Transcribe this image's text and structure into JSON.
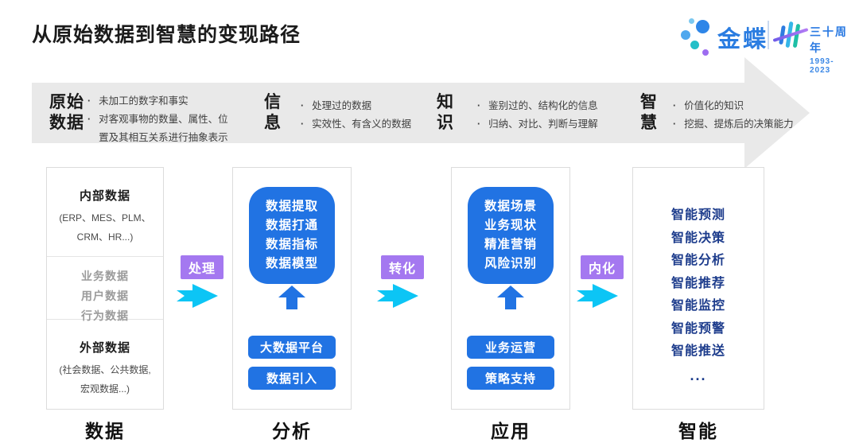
{
  "title": "从原始数据到智慧的变现路径",
  "logo": {
    "brand": "金蝶",
    "anniversary_label": "三十周年",
    "anniversary_years": "1993-2023"
  },
  "banner_stages": [
    {
      "name_l1": "原始",
      "name_l2": "数据",
      "points": [
        "未加工的数字和事实",
        "对客观事物的数量、属性、位置及其相互关系进行抽象表示"
      ]
    },
    {
      "name_l1": "信",
      "name_l2": "息",
      "points": [
        "处理过的数据",
        "实效性、有含义的数据"
      ]
    },
    {
      "name_l1": "知",
      "name_l2": "识",
      "points": [
        "鉴别过的、结构化的信息",
        "归纳、对比、判断与理解"
      ]
    },
    {
      "name_l1": "智",
      "name_l2": "慧",
      "points": [
        "价值化的知识",
        "挖掘、提炼后的决策能力"
      ]
    }
  ],
  "data_column": {
    "internal_heading": "内部数据",
    "internal_sub": "(ERP、MES、PLM、CRM、HR...)",
    "middle_items": [
      "业务数据",
      "用户数据",
      "行为数据"
    ],
    "external_heading": "外部数据",
    "external_sub": "(社会数据、公共数据, 宏观数据...)"
  },
  "analysis_column": {
    "capabilities": [
      "数据提取",
      "数据打通",
      "数据指标",
      "数据模型"
    ],
    "platforms": [
      "大数据平台",
      "数据引入"
    ]
  },
  "application_column": {
    "capabilities": [
      "数据场景",
      "业务现状",
      "精准营销",
      "风险识别"
    ],
    "platforms": [
      "业务运营",
      "策略支持"
    ]
  },
  "intelligence_column": {
    "items": [
      "智能预测",
      "智能决策",
      "智能分析",
      "智能推荐",
      "智能监控",
      "智能预警",
      "智能推送"
    ],
    "more": "..."
  },
  "flow_labels": [
    "处理",
    "转化",
    "内化"
  ],
  "footer_labels": [
    "数据",
    "分析",
    "应用",
    "智能"
  ],
  "colors": {
    "blue": "#2173e3",
    "cyan": "#0cc5f5",
    "purple": "#a478f0",
    "navy": "#1d3c8c",
    "banner_gray": "#e9e9e9",
    "brand_blue": "#2b7de1"
  }
}
